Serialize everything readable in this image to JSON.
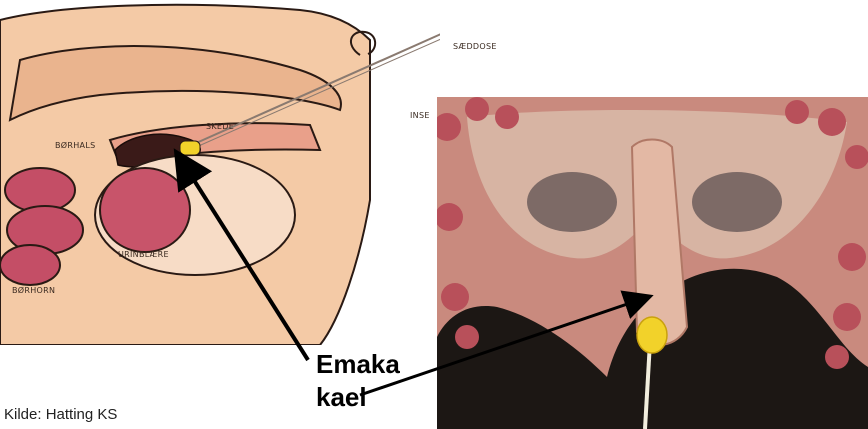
{
  "diagram": {
    "labels": {
      "saeddose": "SÆDDOSE",
      "skede": "SKEDE",
      "inse": "INSE",
      "borhals": "BØRHALS",
      "urinblaere": "URINBLÆRE",
      "borhorn": "BØRHORN"
    },
    "callout": {
      "line1": "Emaka",
      "line2": "kael"
    },
    "credit": "Kilde: Hatting KS"
  },
  "colors": {
    "skin": "#f2c7a2",
    "organ": "#c8546a",
    "outline": "#2a1a14",
    "catheter_tip": "#f2d22a",
    "photo_bg": "#1c1714"
  }
}
